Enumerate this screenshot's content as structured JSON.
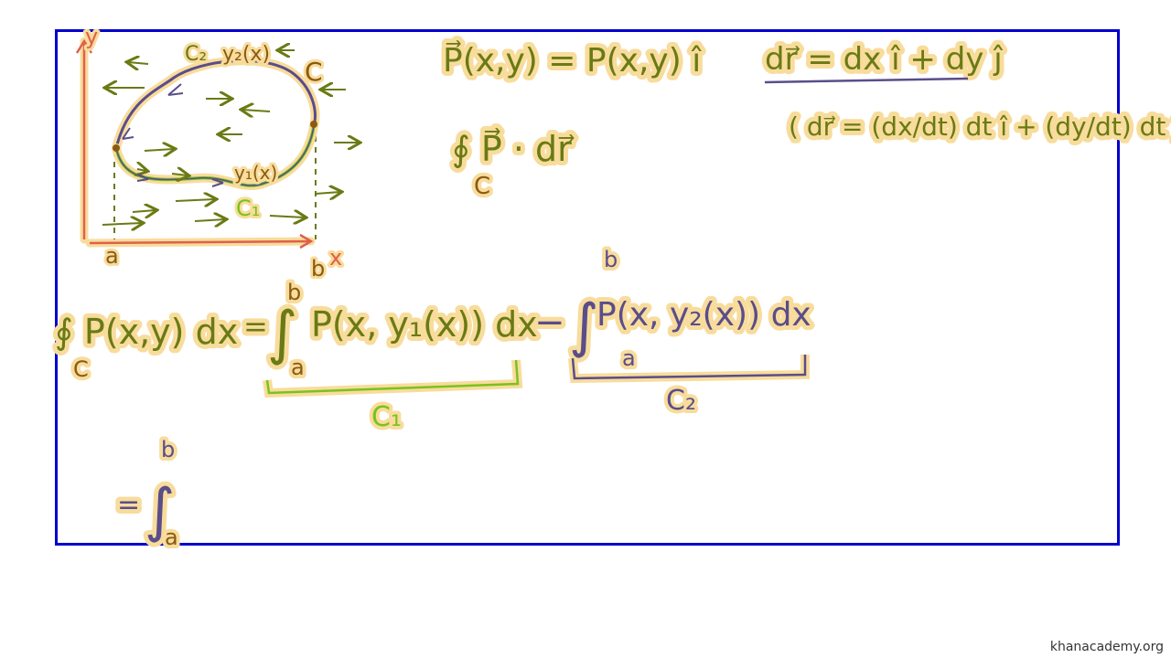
{
  "colors": {
    "frame": "#0000cc",
    "highlight": "#f8dc9c",
    "olive": "#6a7a14",
    "brown": "#8a5a12",
    "green": "#7ac21e",
    "purple": "#5a4d8a",
    "red": "#e0604a"
  },
  "graph": {
    "y_axis": "y",
    "x_axis": "x",
    "a": "a",
    "b": "b",
    "curve_label": "C",
    "c1": "C₁",
    "c2": "C₂",
    "y1": "y₁(x)",
    "y2": "y₂(x)"
  },
  "equations": {
    "field": "P⃗(x,y) = P(x,y) î",
    "line_integral": "∮ P⃗ · dr⃗",
    "line_integral_sub": "C",
    "dr": "dr⃗ = dx î + dy ĵ",
    "dr_param": "( dr⃗ = (dx/dt) dt î + (dy/dt) dt ĵ )",
    "main_lhs": "∮ P(x,y) dx",
    "main_lhs_sub": "C",
    "eq1": "=",
    "int1": "∫",
    "int1_upper": "b",
    "int1_lower": "a",
    "int1_body": "P(x, y₁(x)) dx",
    "brace1_label": "C₁",
    "minus": "−",
    "int2": "∫",
    "int2_upper": "b",
    "int2_lower": "a",
    "int2_body": "P(x, y₂(x)) dx",
    "brace2_label": "C₂",
    "eq2": "=",
    "int3": "∫",
    "int3_upper": "b",
    "int3_lower": "a"
  },
  "footer": {
    "credit": "khanacademy.org"
  }
}
